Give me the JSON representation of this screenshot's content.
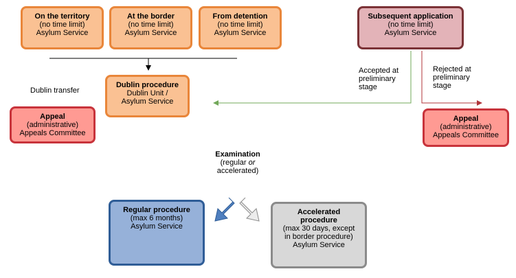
{
  "entry_boxes": [
    {
      "title": "On the territory",
      "line1": "(no time limit)",
      "line2": "Asylum Service"
    },
    {
      "title": "At the border",
      "line1": "(no time limit)",
      "line2": "Asylum Service"
    },
    {
      "title": "From detention",
      "line1": "(no time limit)",
      "line2": "Asylum Service"
    }
  ],
  "subsequent": {
    "title": "Subsequent application",
    "line1": "(no time limit)",
    "line2": "Asylum Service"
  },
  "dublin": {
    "title": "Dublin procedure",
    "line1": "Dublin Unit /",
    "line2": "Asylum Service"
  },
  "dublin_transfer_label": "Dublin transfer",
  "appeal_left": {
    "title": "Appeal",
    "line1": "(administrative)",
    "line2": "Appeals Committee"
  },
  "appeal_right": {
    "title": "Appeal",
    "line1": "(administrative)",
    "line2": "Appeals Committee"
  },
  "accepted_label": {
    "line1": "Accepted at",
    "line2": "preliminary",
    "line3": "stage"
  },
  "rejected_label": {
    "line1": "Rejected at",
    "line2": "preliminary",
    "line3": "stage"
  },
  "examination": {
    "title": "Examination",
    "line1_pre": "(regular ",
    "line1_em": "or",
    "line2": "accelerated)"
  },
  "regular": {
    "title": "Regular procedure",
    "line1": "(max 6 months)",
    "line2": "Asylum Service"
  },
  "accelerated": {
    "title1": "Accelerated",
    "title2": "procedure",
    "line1": "(max 30 days, except",
    "line2": "in border procedure)",
    "line3": "Asylum Service"
  },
  "colors": {
    "orange_fill": "#fac193",
    "orange_border": "#e9863a",
    "pink_fill": "#e3b3b8",
    "pink_border": "#7b3236",
    "red_fill": "#ff9a93",
    "red_border": "#c8333b",
    "blue_fill": "#96b1d9",
    "blue_border": "#2f5d97",
    "grey_fill": "#d8d8d8",
    "grey_border": "#8b8b8b",
    "green_arrow": "#72a85a",
    "red_arrow": "#b0343a"
  }
}
